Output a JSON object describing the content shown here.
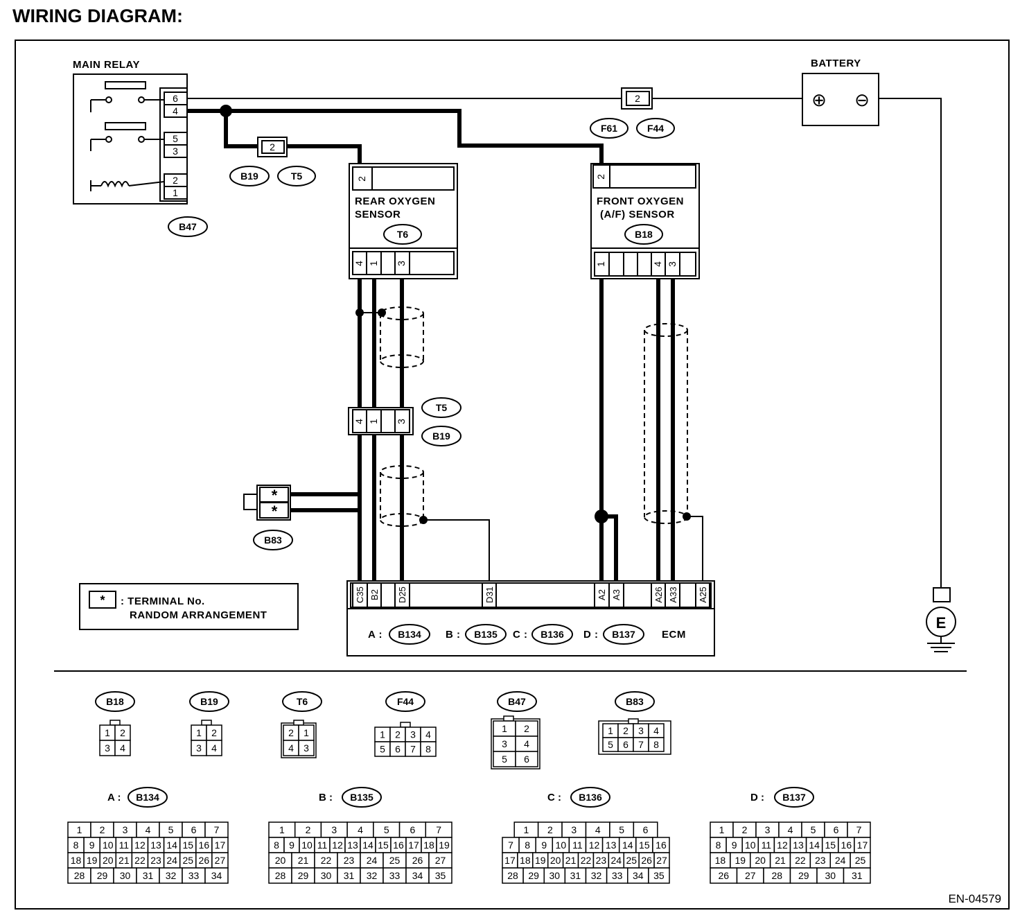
{
  "title": "WIRING DIAGRAM:",
  "figure_id": "EN-04579",
  "labels": {
    "main_relay": "MAIN RELAY",
    "battery": "BATTERY",
    "rear_sensor_l1": "REAR OXYGEN",
    "rear_sensor_l2": "SENSOR",
    "front_sensor_l1": "FRONT OXYGEN",
    "front_sensor_l2": "(A/F) SENSOR",
    "ecm": "ECM",
    "legend_symbol": "*",
    "legend_l1": ": TERMINAL No.",
    "legend_l2": "RANDOM ARRANGEMENT",
    "ground": "E",
    "plus": "⊕",
    "minus": "⊖"
  },
  "connector_ids": {
    "b47": "B47",
    "b19": "B19",
    "t5": "T5",
    "t6": "T6",
    "b18": "B18",
    "f61": "F61",
    "f44": "F44",
    "b83": "B83",
    "b134": "B134",
    "b135": "B135",
    "b136": "B136",
    "b137": "B137"
  },
  "ecm_prefixes": {
    "a": "A :",
    "b": "B :",
    "c": "C :",
    "d": "D :"
  },
  "main_relay_pins": [
    "6",
    "4",
    "5",
    "3",
    "2",
    "1"
  ],
  "fuse_pin": "2",
  "b19_pin": "2",
  "rear_sensor_top_pin": "2",
  "rear_sensor_bottom_pins": [
    "4",
    "1",
    "3"
  ],
  "front_sensor_top_pin": "2",
  "front_sensor_bottom_pins": [
    "1",
    "4",
    "3"
  ],
  "t5_pins": [
    "4",
    "1",
    "3"
  ],
  "b83_pins": [
    "*",
    "*"
  ],
  "ecm_terminals": [
    "C35",
    "B2",
    "D25",
    "D31",
    "A2",
    "A3",
    "A26",
    "A33",
    "A25"
  ],
  "connector_views": {
    "B18": [
      [
        "1",
        "2"
      ],
      [
        "3",
        "4"
      ]
    ],
    "B19": [
      [
        "1",
        "2"
      ],
      [
        "3",
        "4"
      ]
    ],
    "T6": [
      [
        "2",
        "1"
      ],
      [
        "4",
        "3"
      ]
    ],
    "F44": [
      [
        "1",
        "2",
        "3",
        "4"
      ],
      [
        "5",
        "6",
        "7",
        "8"
      ]
    ],
    "B47": [
      [
        "1",
        "2"
      ],
      [
        "3",
        "4"
      ],
      [
        "5",
        "6"
      ]
    ],
    "B83": [
      [
        "1",
        "2",
        "3",
        "4"
      ],
      [
        "5",
        "6",
        "7",
        "8"
      ]
    ],
    "B134": [
      [
        "1",
        "2",
        "3",
        "4",
        "5",
        "6",
        "7"
      ],
      [
        "8",
        "9",
        "10",
        "11",
        "12",
        "13",
        "14",
        "15",
        "16",
        "17"
      ],
      [
        "18",
        "19",
        "20",
        "21",
        "22",
        "23",
        "24",
        "25",
        "26",
        "27"
      ],
      [
        "28",
        "29",
        "30",
        "31",
        "32",
        "33",
        "34"
      ]
    ],
    "B135": [
      [
        "1",
        "2",
        "3",
        "4",
        "5",
        "6",
        "7"
      ],
      [
        "8",
        "9",
        "10",
        "11",
        "12",
        "13",
        "14",
        "15",
        "16",
        "17",
        "18",
        "19"
      ],
      [
        "20",
        "21",
        "22",
        "23",
        "24",
        "25",
        "26",
        "27"
      ],
      [
        "28",
        "29",
        "30",
        "31",
        "32",
        "33",
        "34",
        "35"
      ]
    ],
    "B136": [
      [
        "1",
        "2",
        "3",
        "4",
        "5",
        "6"
      ],
      [
        "7",
        "8",
        "9",
        "10",
        "11",
        "12",
        "13",
        "14",
        "15",
        "16"
      ],
      [
        "17",
        "18",
        "19",
        "20",
        "21",
        "22",
        "23",
        "24",
        "25",
        "26",
        "27"
      ],
      [
        "28",
        "29",
        "30",
        "31",
        "32",
        "33",
        "34",
        "35"
      ]
    ],
    "B137": [
      [
        "1",
        "2",
        "3",
        "4",
        "5",
        "6",
        "7"
      ],
      [
        "8",
        "9",
        "10",
        "11",
        "12",
        "13",
        "14",
        "15",
        "16",
        "17"
      ],
      [
        "18",
        "19",
        "20",
        "21",
        "22",
        "23",
        "24",
        "25"
      ],
      [
        "26",
        "27",
        "28",
        "29",
        "30",
        "31"
      ]
    ]
  }
}
